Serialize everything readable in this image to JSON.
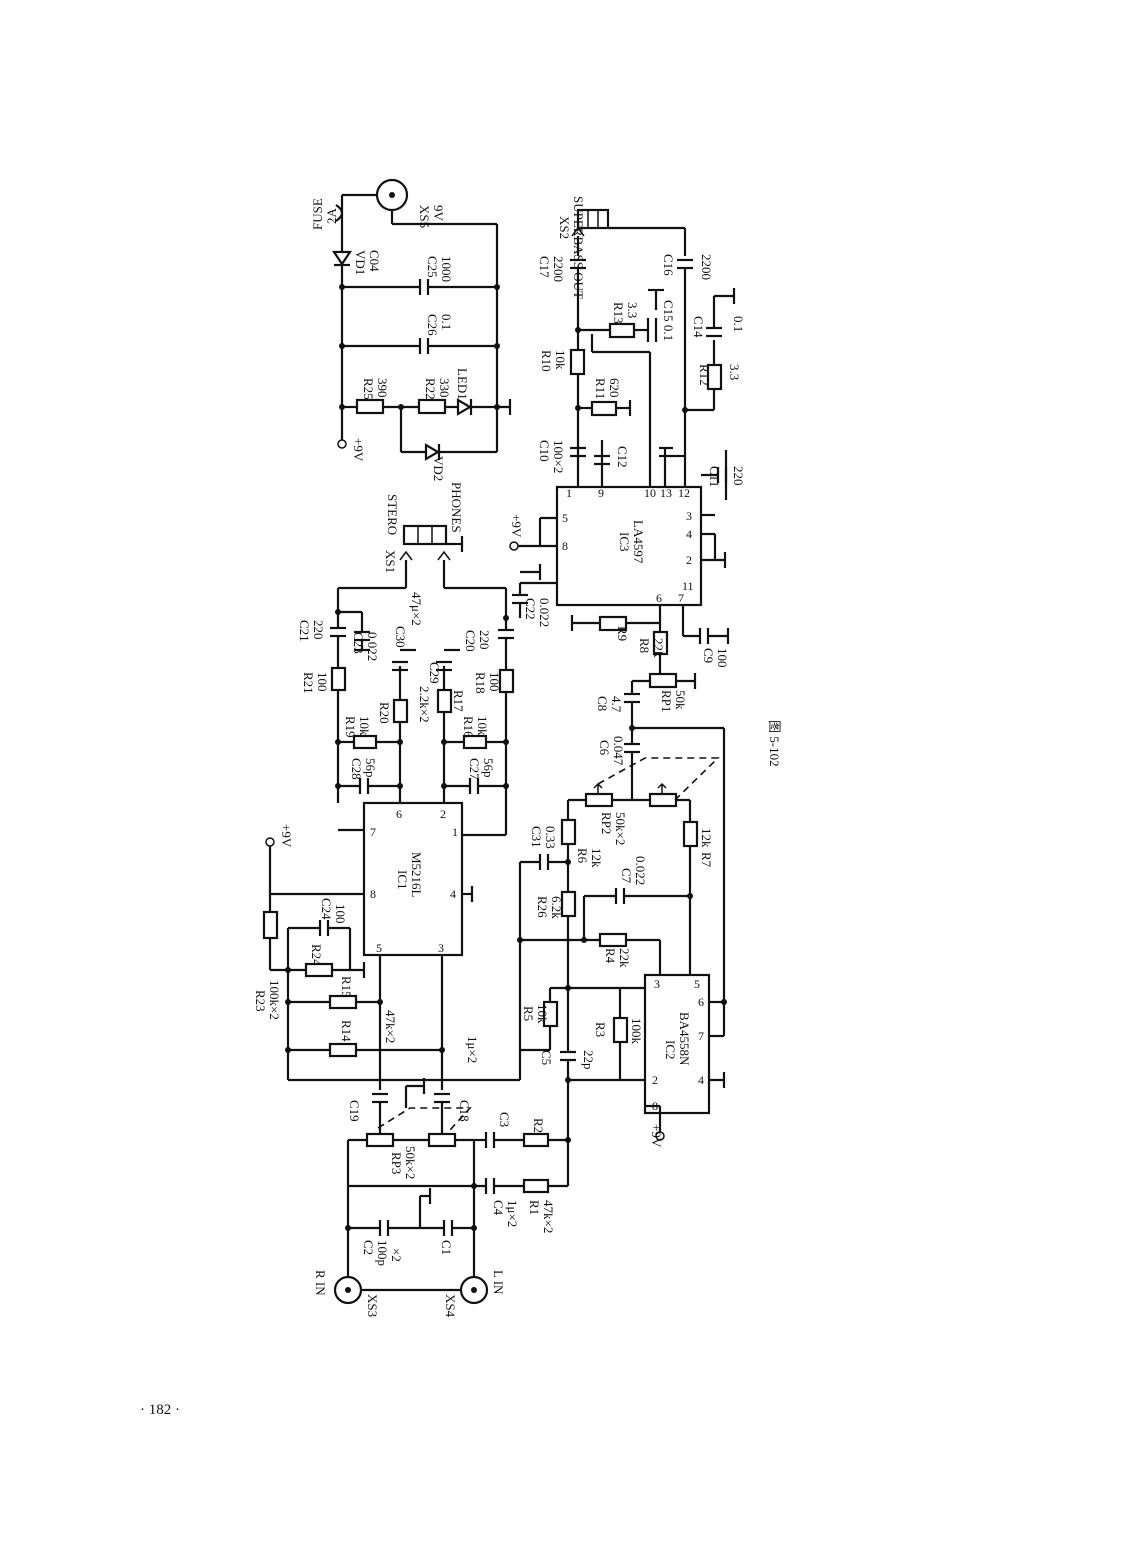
{
  "figure": {
    "caption": "图 5-102"
  },
  "page": {
    "number": "· 182 ·"
  },
  "labels": {
    "fuse": "FUSE",
    "fuse_val": "2A",
    "xs5": "XS5",
    "xs5_val": "9V",
    "vd1": "VD1",
    "vd1_val": "C04",
    "c25": "C25",
    "c25_val": "1000",
    "c26": "C26",
    "c26_val": "0.1",
    "r25": "R25",
    "r25_val": "390",
    "r22": "R22",
    "r22_val": "330",
    "led1": "LED1",
    "vd2": "VD2",
    "pwr_9v_a": "+9V",
    "pwr_9v_b": "+9V",
    "pwr_9v_c": "+9V",
    "pwr_9v_d": "+9V",
    "superbass": "SUPERBASS OUT",
    "xs2": "XS2",
    "c17": "C17",
    "c17_val": "2200",
    "c16": "C16",
    "c16_val": "2200",
    "r13": "R13",
    "r13_val": "3.3",
    "c15": "C15 0.1",
    "c14": "C14",
    "c14_val": "0.1",
    "r10": "R10",
    "r10_val": "10k",
    "r11": "R11",
    "r11_val": "620",
    "r12": "R12",
    "r12_val": "3.3",
    "c10": "C10",
    "c10_val": "100×2",
    "c12": "C12",
    "c11": "C11",
    "c11_val": "220",
    "ic3": "IC3",
    "ic3_part": "LA4597",
    "stereo": "STERO",
    "phones": "PHONES",
    "xs1": "XS1",
    "c21": "C21",
    "c21_val": "220",
    "c23": "C23",
    "c23_val": "0.022",
    "c30": "C30",
    "c30_val": "47μ×2",
    "c20": "C20",
    "c20_val": "220",
    "c22": "C22",
    "c22_val": "0.022",
    "c29": "C29",
    "r21": "R21",
    "r21_val": "100",
    "r18": "R18",
    "r18_val": "100",
    "r20": "R20",
    "r17": "R17",
    "r17_val": "2.2k×2",
    "r19": "R19",
    "r19_val": "10k",
    "r16": "R16",
    "r16_val": "10k",
    "c28": "C28",
    "c28_val": "56p",
    "c27": "C27",
    "c27_val": "56p",
    "r9": "R9",
    "r8": "R8",
    "r8_val": "22k",
    "c9": "C9",
    "c9_val": "100",
    "c8": "C8",
    "c8_val": "4.7",
    "rp1": "RP1",
    "rp1_val": "50k",
    "c6": "C6",
    "c6_val": "0.047",
    "ic1": "IC1",
    "ic1_part": "M5216L",
    "c24": "C24",
    "c24_val": "100",
    "r24": "R24",
    "r23": "R23",
    "r23_val": "100k×2",
    "r15": "R15",
    "r14": "R14",
    "r14_val": "47k×2",
    "c31": "C31",
    "c31_val": "0.33",
    "r6": "R6",
    "r6_val": "12k",
    "rp2": "RP2",
    "rp2_val": "50k×2",
    "r7": "R7",
    "r7_val": "12k",
    "r26": "R26",
    "r26_val": "6.2k",
    "c7": "C7",
    "c7_val": "0.022",
    "r4": "R4",
    "r4_val": "22k",
    "ic2": "IC2",
    "ic2_part": "BA4558N",
    "r5": "R5",
    "r5_val": "10k",
    "r3": "R3",
    "r3_val": "100k",
    "c5": "C5",
    "c5_val": "22p",
    "c18": "C18",
    "c19": "C19",
    "c_val_1u": "1μ×2",
    "rp3": "RP3",
    "rp3_val": "50k×2",
    "c3": "C3",
    "r2": "R2",
    "c4": "C4",
    "c4_val": "1μ×2",
    "r1": "R1",
    "r1_val": "47k×2",
    "c2": "C2",
    "c2_val": "100p",
    "c2_x2": "×2",
    "c1": "C1",
    "rin": "R IN",
    "xs3": "XS3",
    "lin": "L IN",
    "xs4": "XS4"
  },
  "pins": {
    "ic1": [
      "7",
      "6",
      "2",
      "1",
      "8",
      "4",
      "5",
      "3"
    ],
    "ic2": [
      "3",
      "5",
      "6",
      "7",
      "2",
      "4",
      "8"
    ],
    "ic3": [
      "1",
      "9",
      "10",
      "13",
      "12",
      "5",
      "8",
      "3",
      "4",
      "2",
      "11",
      "6",
      "7"
    ]
  }
}
